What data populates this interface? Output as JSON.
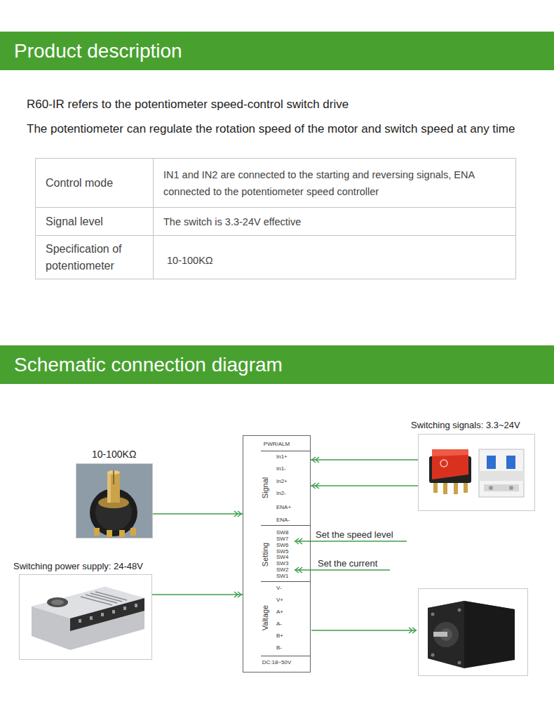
{
  "diagram": {
    "nodes": [
      {
        "text": [
          "Product description"
        ]
      },
      {
        "text": [
          "Schematic connection diagram"
        ]
      },
      {
        "text": [
          "10-100KΩ"
        ]
      },
      {
        "text": [
          "Switching signals: 3.3~24V"
        ]
      },
      {
        "text": [
          "PWR/ALM",
          "DC:18~50V"
        ]
      },
      {
        "text": [
          "Switching power supply: 24-48V"
        ]
      }
    ],
    "edges": [
      {
        "from": 3,
        "to": 4,
        "arrow": "to"
      },
      {
        "from": 3,
        "to": 4,
        "arrow": "to"
      },
      {
        "from": 2,
        "to": 4,
        "arrow": "to"
      },
      {
        "from": 5,
        "to": 4,
        "arrow": "to"
      }
    ],
    "labels": [
      "R60-IR refers to the potentiometer speed-control switch drive",
      "The potentiometer can regulate the rotation speed of the motor and switch speed at any time",
      "Control mode",
      "IN1 and IN2 are connected to the starting and reversing signals, ENA connected to the potentiometer speed controller",
      "Signal level",
      "The switch is 3.3-24V effective",
      "Specification of potentiometer",
      "10-100KΩ",
      "Signal",
      "In1+",
      "In1-",
      "In2+",
      "In2-",
      "ENA+",
      "ENA-",
      "Setting",
      "SW8",
      "SW7",
      "SW6",
      "SW5",
      "SW4",
      "SW3",
      "SW2",
      "SW1",
      "Set the speed level",
      "Set the current",
      "Valtage",
      "V-",
      "V+",
      "A+",
      "A-",
      "B+",
      "B-"
    ]
  }
}
